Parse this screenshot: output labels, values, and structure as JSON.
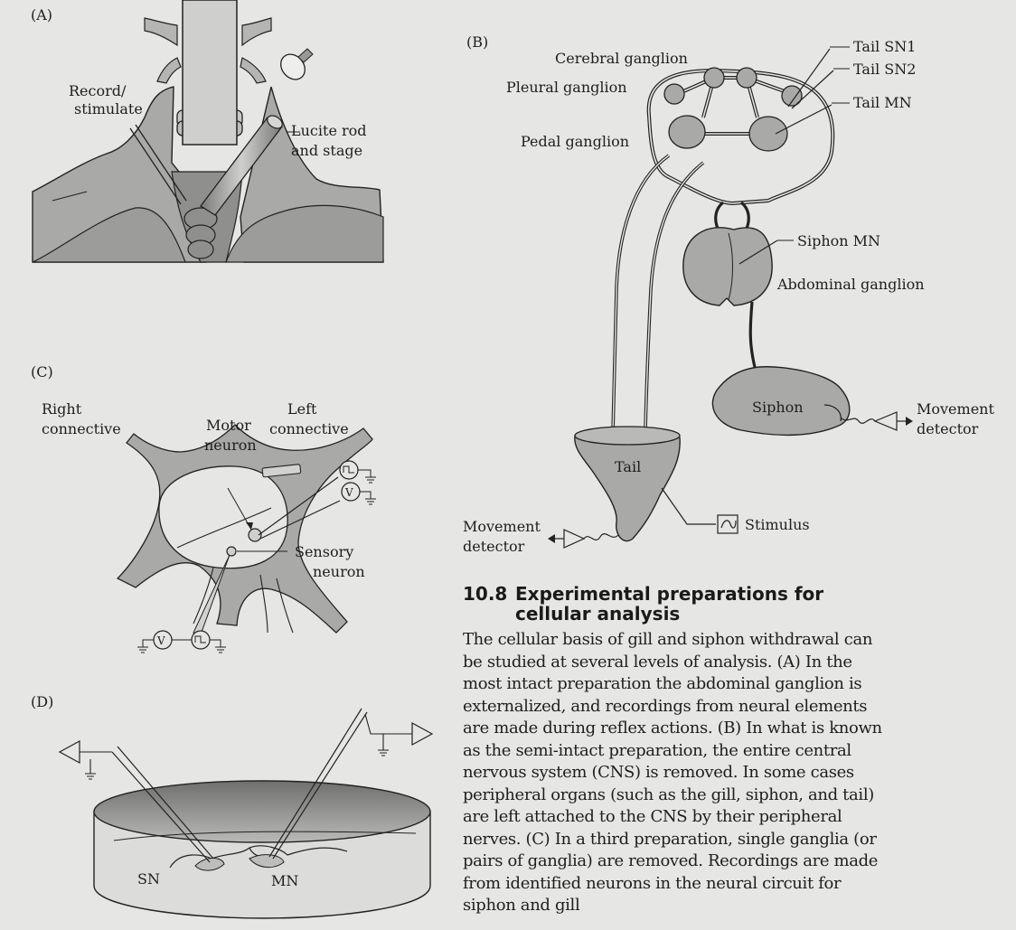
{
  "panels": {
    "A": {
      "letter": "(A)",
      "labels": {
        "record": "Record/",
        "stimulate": "stimulate",
        "lucite1": "Lucite rod",
        "lucite2": "and stage"
      }
    },
    "B": {
      "letter": "(B)",
      "labels": {
        "cerebral": "Cerebral ganglion",
        "pleural": "Pleural ganglion",
        "pedal": "Pedal ganglion",
        "tail_sn1": "Tail SN1",
        "tail_sn2": "Tail SN2",
        "tail_mn": "Tail MN",
        "siphon_mn": "Siphon MN",
        "abdominal": "Abdominal ganglion",
        "siphon": "Siphon",
        "tail": "Tail",
        "stimulus": "Stimulus",
        "movement": "Movement",
        "detector": "detector"
      }
    },
    "C": {
      "letter": "(C)",
      "labels": {
        "right1": "Right",
        "right2": "connective",
        "left1": "Left",
        "left2": "connective",
        "motor1": "Motor",
        "motor2": "neuron",
        "sensory1": "Sensory",
        "sensory2": "neuron",
        "v_symbol": "V"
      }
    },
    "D": {
      "letter": "(D)",
      "labels": {
        "sn": "SN",
        "mn": "MN"
      }
    }
  },
  "caption": {
    "number": "10.8",
    "title": "Experimental preparations for cellular analysis",
    "body": "The cellular basis of gill and siphon withdrawal can be studied at several levels of analysis. (A) In the most intact preparation the abdominal ganglion is externalized, and recordings from neural elements are made during reflex actions. (B) In what is known as the semi-intact preparation, the entire central nervous system (CNS) is removed. In some cases peripheral organs (such as the gill, siphon, and tail) are left attached to the CNS by their peripheral nerves. (C) In a third preparation, single ganglia (or pairs of ganglia) are removed. Recordings are made from identified neurons in the neural circuit for siphon and gill"
  },
  "colors": {
    "tissue": "#a9a9a7",
    "tissue_dark": "#8f8f8d",
    "background": "#e6e6e4",
    "ink": "#1e1e1e"
  }
}
